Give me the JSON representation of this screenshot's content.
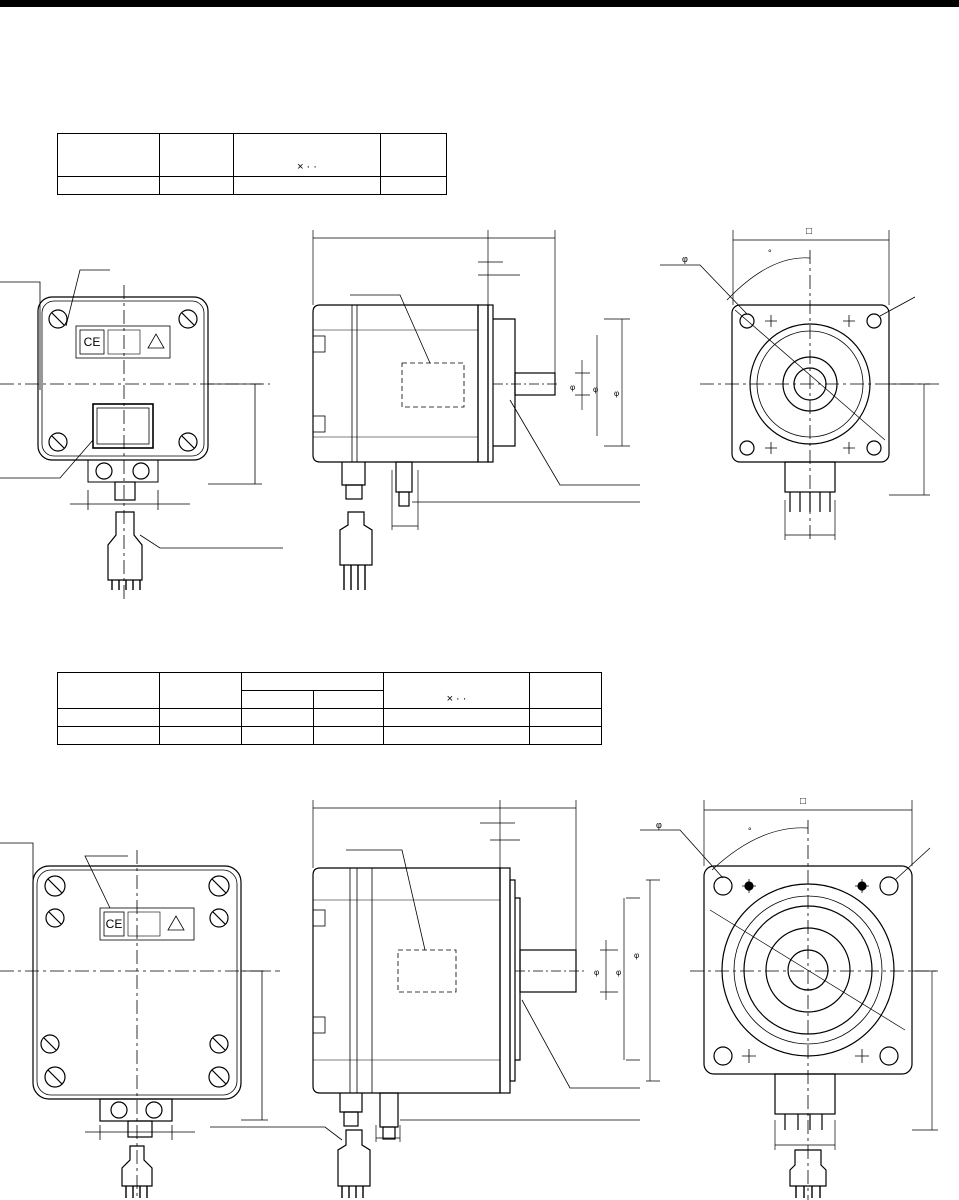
{
  "header": {
    "bar_color": "#000000"
  },
  "table1": {
    "header_row": [
      "",
      "",
      "×  ·  ·",
      ""
    ],
    "data_row": [
      "",
      "",
      "",
      ""
    ]
  },
  "table2": {
    "header_row": [
      "",
      "",
      "",
      "×  ·  ·",
      ""
    ],
    "sub_header": [
      "",
      ""
    ],
    "data_rows": [
      [
        "",
        "",
        "",
        "",
        "",
        ""
      ],
      [
        "",
        "",
        "",
        "",
        "",
        ""
      ]
    ]
  },
  "drawing1": {
    "square_mark": "□",
    "phi_mark": "φ",
    "degree_mark": "°",
    "diameter_marks": [
      "φ",
      "φ",
      "φ"
    ],
    "nameplate_text": "CE"
  },
  "drawing2": {
    "square_mark": "□",
    "phi_mark": "φ",
    "degree_mark": "°",
    "diameter_marks": [
      "φ",
      "φ",
      "φ"
    ],
    "nameplate_text": "CE"
  }
}
